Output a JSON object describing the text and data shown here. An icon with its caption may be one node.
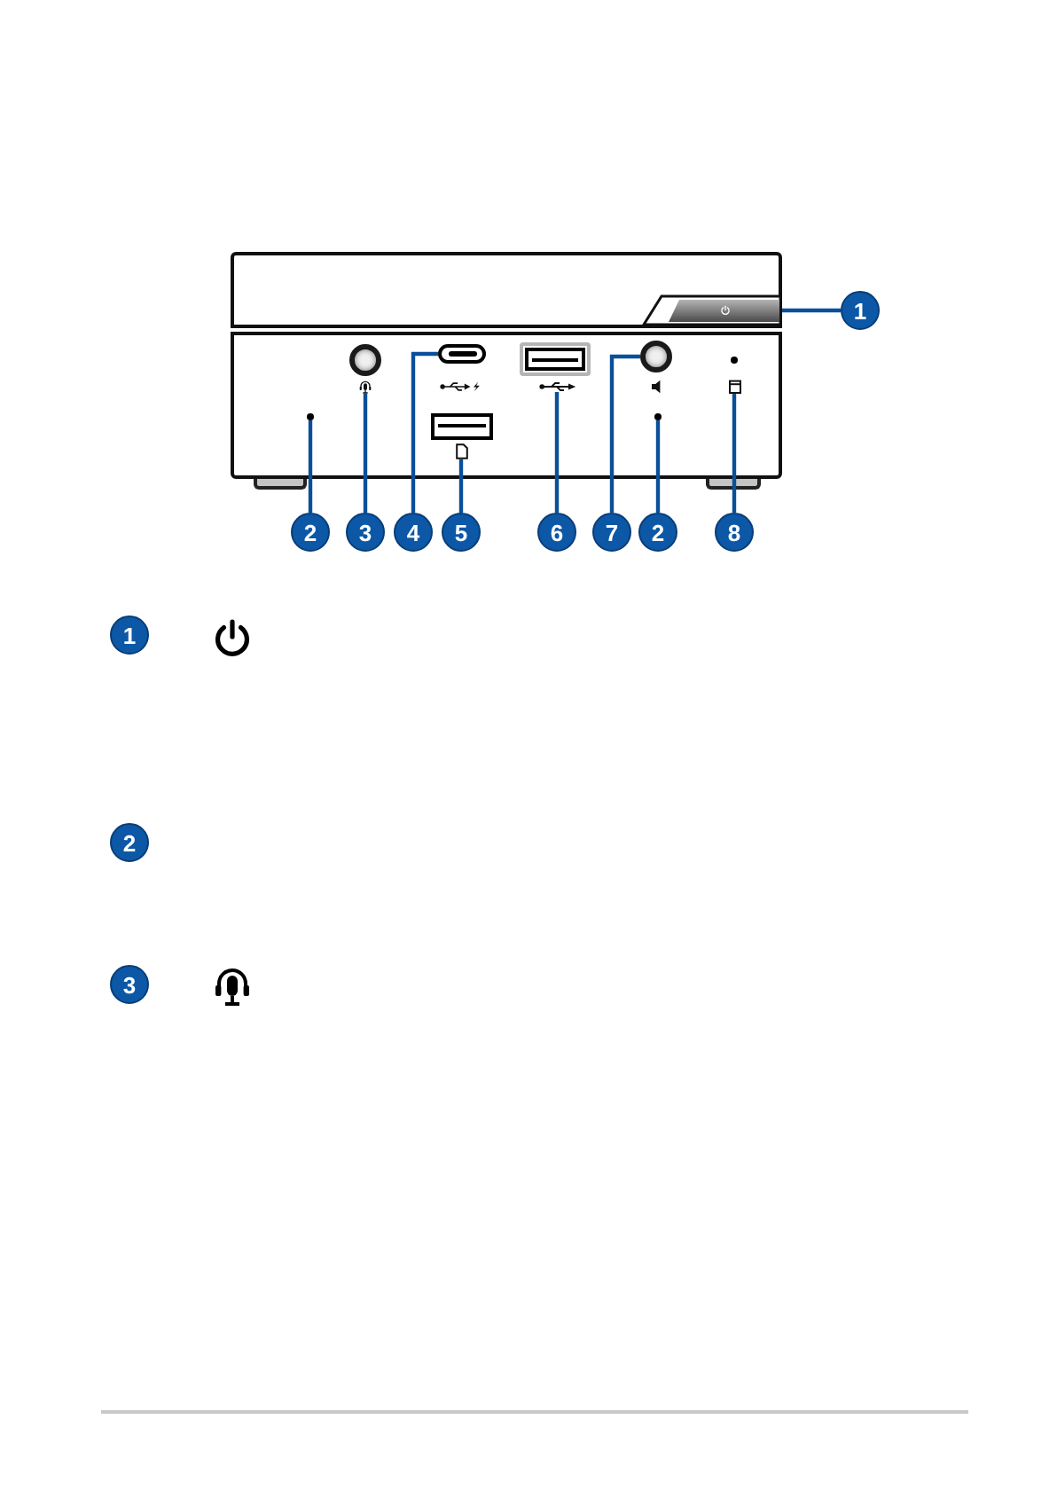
{
  "diagram": {
    "nodes": [
      {
        "text": [
          "1"
        ]
      },
      {
        "text": [
          "2"
        ]
      },
      {
        "text": [
          "3"
        ]
      },
      {
        "text": [
          "4"
        ]
      },
      {
        "text": [
          "5"
        ]
      },
      {
        "text": [
          "6"
        ]
      },
      {
        "text": [
          "7"
        ]
      },
      {
        "text": [
          "2"
        ]
      },
      {
        "text": [
          "8"
        ]
      },
      {
        "text": [],
        "shape": "box"
      },
      {
        "text": [],
        "shape": "circle"
      },
      {
        "text": [],
        "shape": "circle"
      },
      {
        "text": [],
        "shape": "picture"
      },
      {
        "text": [],
        "shape": "box"
      },
      {
        "text": [],
        "shape": "picture"
      },
      {
        "text": [],
        "shape": "picture"
      },
      {
        "text": [],
        "shape": "circle"
      },
      {
        "text": [],
        "shape": "circle"
      },
      {
        "text": [],
        "shape": "picture"
      },
      {
        "text": [
          "1"
        ]
      },
      {
        "text": [
          "2"
        ]
      },
      {
        "text": [
          "3"
        ]
      }
    ],
    "edges": [
      {
        "from": 0,
        "to": 9,
        "arrow": "none"
      },
      {
        "from": 1,
        "to": 10,
        "arrow": "none"
      },
      {
        "from": 2,
        "to": 12,
        "arrow": "none"
      },
      {
        "from": 3,
        "to": 13,
        "arrow": "none"
      },
      {
        "from": 4,
        "to": 14,
        "arrow": "none"
      },
      {
        "from": 5,
        "to": 15,
        "arrow": "none"
      },
      {
        "from": 6,
        "to": 16,
        "arrow": "none"
      },
      {
        "from": 7,
        "to": 17,
        "arrow": "none"
      },
      {
        "from": 8,
        "to": 18,
        "arrow": "none"
      }
    ]
  }
}
